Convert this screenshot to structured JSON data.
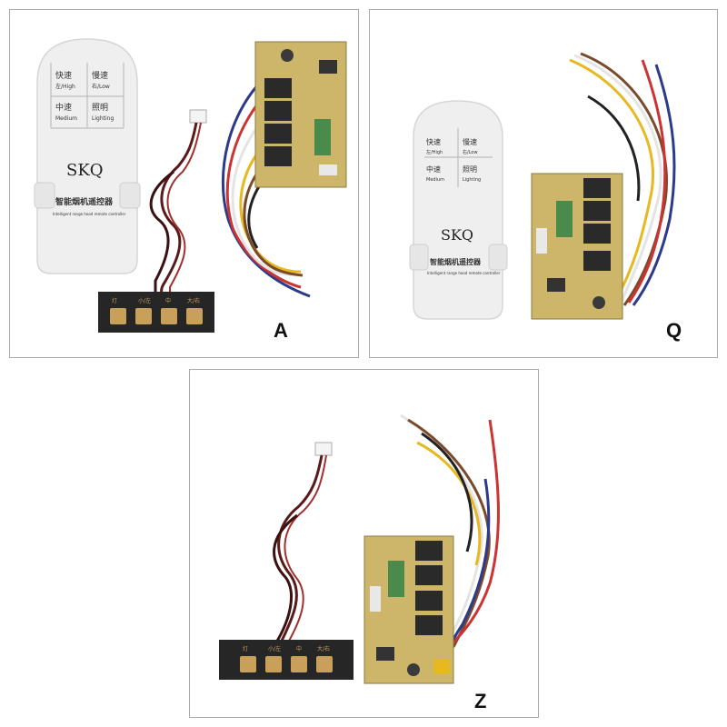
{
  "panels": {
    "a": {
      "label": "A",
      "remote": {
        "buttons": [
          {
            "cn": "快速",
            "sub": "左/High"
          },
          {
            "cn": "慢速",
            "sub": "右/Low"
          },
          {
            "cn": "中速",
            "sub": "Medium"
          },
          {
            "cn": "照明",
            "sub": "Lighting"
          }
        ],
        "brand": "SKQ",
        "title_cn": "智能烟机遥控器",
        "title_en": "Intelligent range hood remote controller"
      },
      "switch_labels": [
        "灯",
        "小/左",
        "中",
        "大/右"
      ]
    },
    "q": {
      "label": "Q",
      "remote": {
        "buttons": [
          {
            "cn": "快速",
            "sub": "左/High"
          },
          {
            "cn": "慢速",
            "sub": "右/Low"
          },
          {
            "cn": "中速",
            "sub": "Medium"
          },
          {
            "cn": "照明",
            "sub": "Lighting"
          }
        ],
        "brand": "SKQ",
        "title_cn": "智能烟机遥控器",
        "title_en": "Intelligent range hood remote controller"
      }
    },
    "z": {
      "label": "Z",
      "switch_labels": [
        "灯",
        "小/左",
        "中",
        "大/右"
      ]
    }
  },
  "colors": {
    "frame_border": "#a9a9a9",
    "remote_body": "#efefef",
    "pcb": "#cdb56a",
    "relay": "#2a2a2a",
    "keypad": "#262626",
    "key_gold": "#c9a05a",
    "wire_red": "#cc3333",
    "wire_white": "#f2f2f2",
    "wire_yellow": "#e8b820",
    "wire_brown": "#7a4a2a",
    "wire_blue": "#2b3a8a",
    "wire_black": "#222222"
  }
}
